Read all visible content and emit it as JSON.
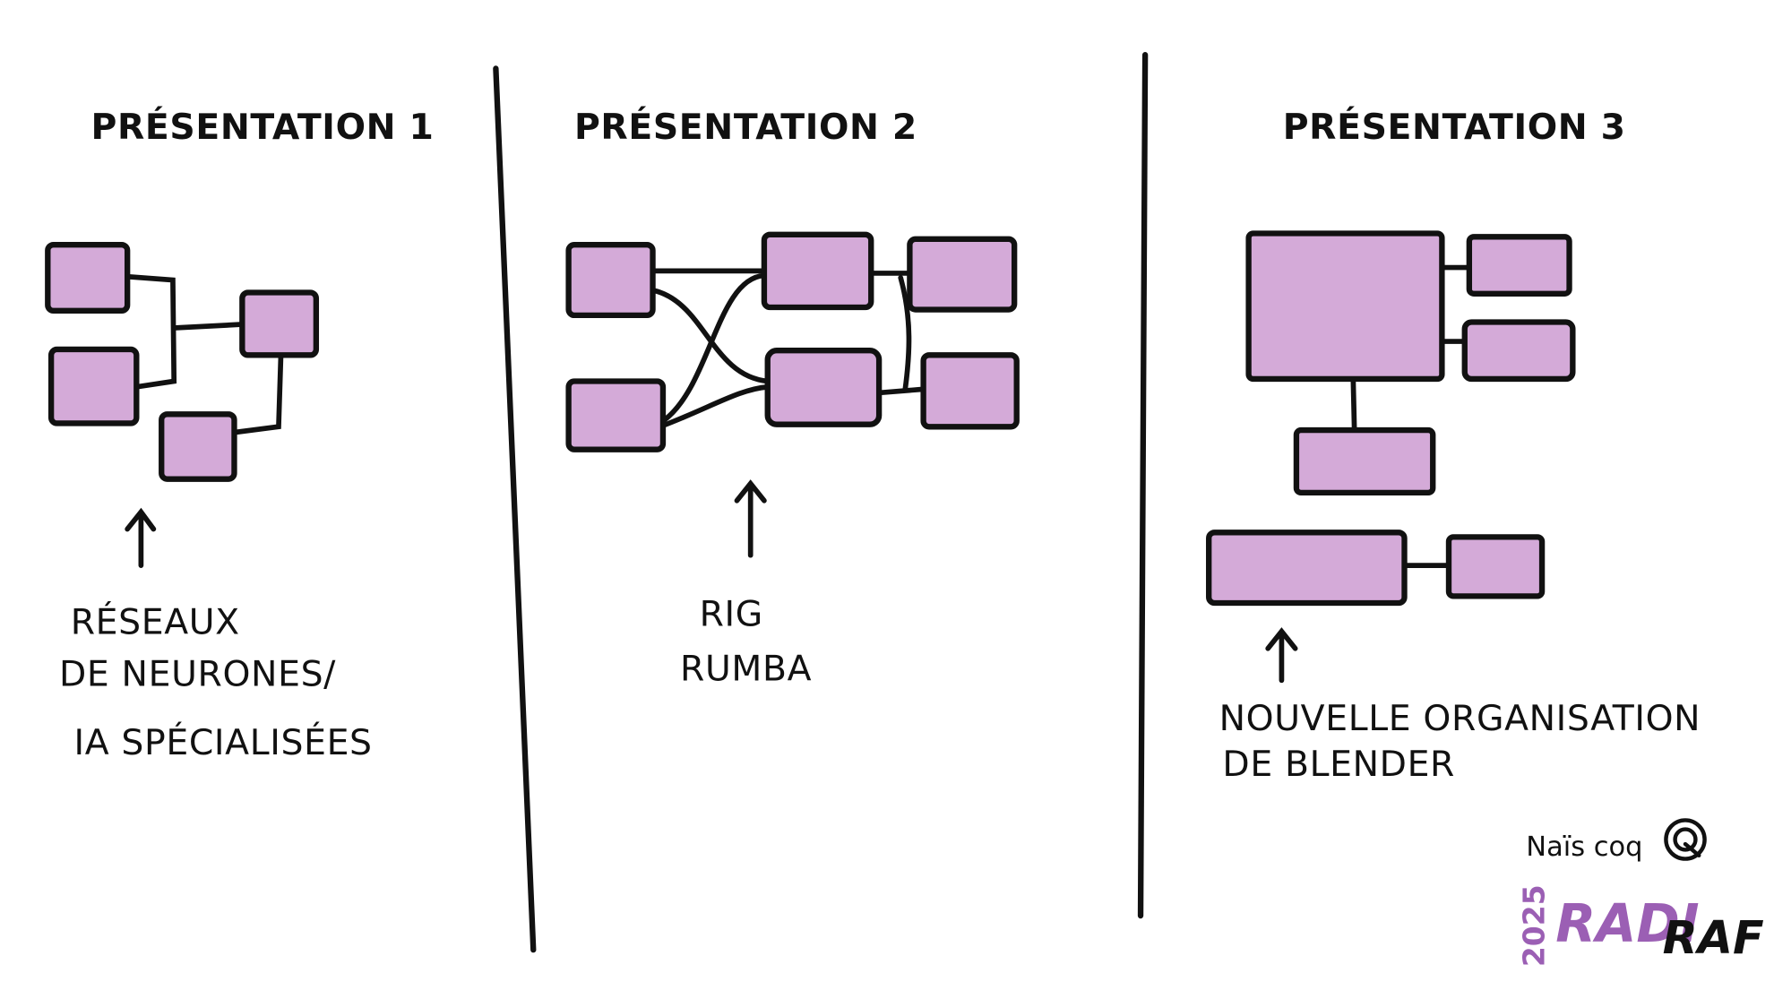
{
  "panels": [
    {
      "title": "PRÉSENTATION 1",
      "caption": [
        "RÉSEAUX",
        "DE NEURONES/",
        "IA SPÉCIALISÉES"
      ]
    },
    {
      "title": "PRÉSENTATION 2",
      "caption": [
        "RIG",
        "RUMBA"
      ]
    },
    {
      "title": "PRÉSENTATION 3",
      "caption": [
        "NOUVELLE ORGANISATION",
        "DE BLENDER"
      ]
    }
  ],
  "signature": {
    "author": "Naïs coq",
    "year": "2025",
    "logo_left": "RADI",
    "logo_right": "RAF"
  },
  "colors": {
    "box_fill": "#d4aad8",
    "ink": "#111111",
    "logo_purple": "#9b5fb4"
  }
}
